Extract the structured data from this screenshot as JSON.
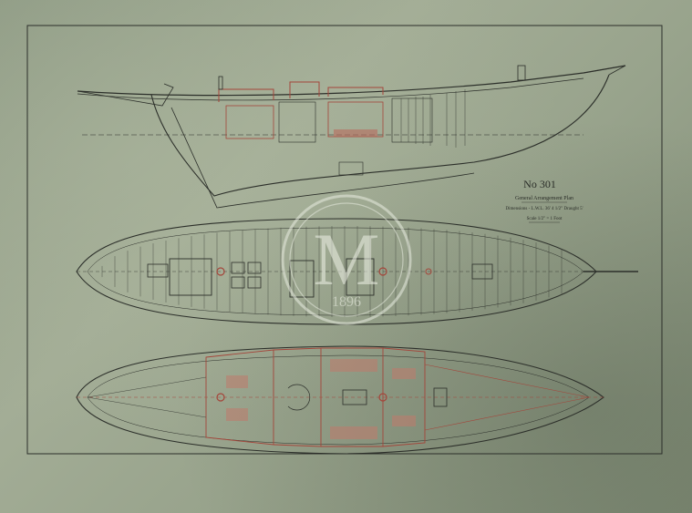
{
  "title_block": {
    "number": "No 301",
    "line1": "General Arrangement Plan",
    "line2": "Dimensions - L.W.L. 36' 4 1/2\"  Draught 5'",
    "line3": "Scale 1/2\" = 1 Foot"
  },
  "watermark": {
    "letter": "M",
    "year": "1896"
  },
  "colors": {
    "ink": "#2c2f2a",
    "red_ink": "#a4453a",
    "paper": "#98a38c"
  }
}
